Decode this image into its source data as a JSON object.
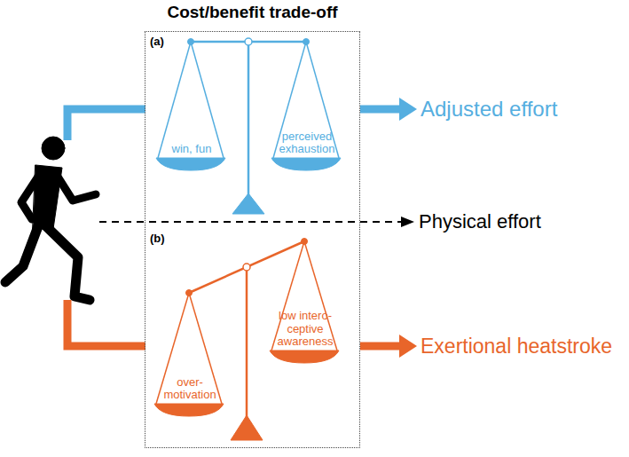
{
  "diagram": {
    "nodes": [
      {
        "text": [
          "Cost/benefit trade-off"
        ]
      },
      {
        "text": [
          "win, fun"
        ],
        "in": 0
      },
      {
        "text": [
          "perceived exhaustion"
        ],
        "in": 0
      },
      {
        "text": [
          "over-motivation"
        ],
        "in": 0
      },
      {
        "text": [
          "low intero-ceptive awareness"
        ],
        "in": 0
      }
    ],
    "labels": [
      "(a)",
      "(b)",
      "Adjusted effort",
      "Physical effort",
      "Exertional heatstroke"
    ]
  }
}
